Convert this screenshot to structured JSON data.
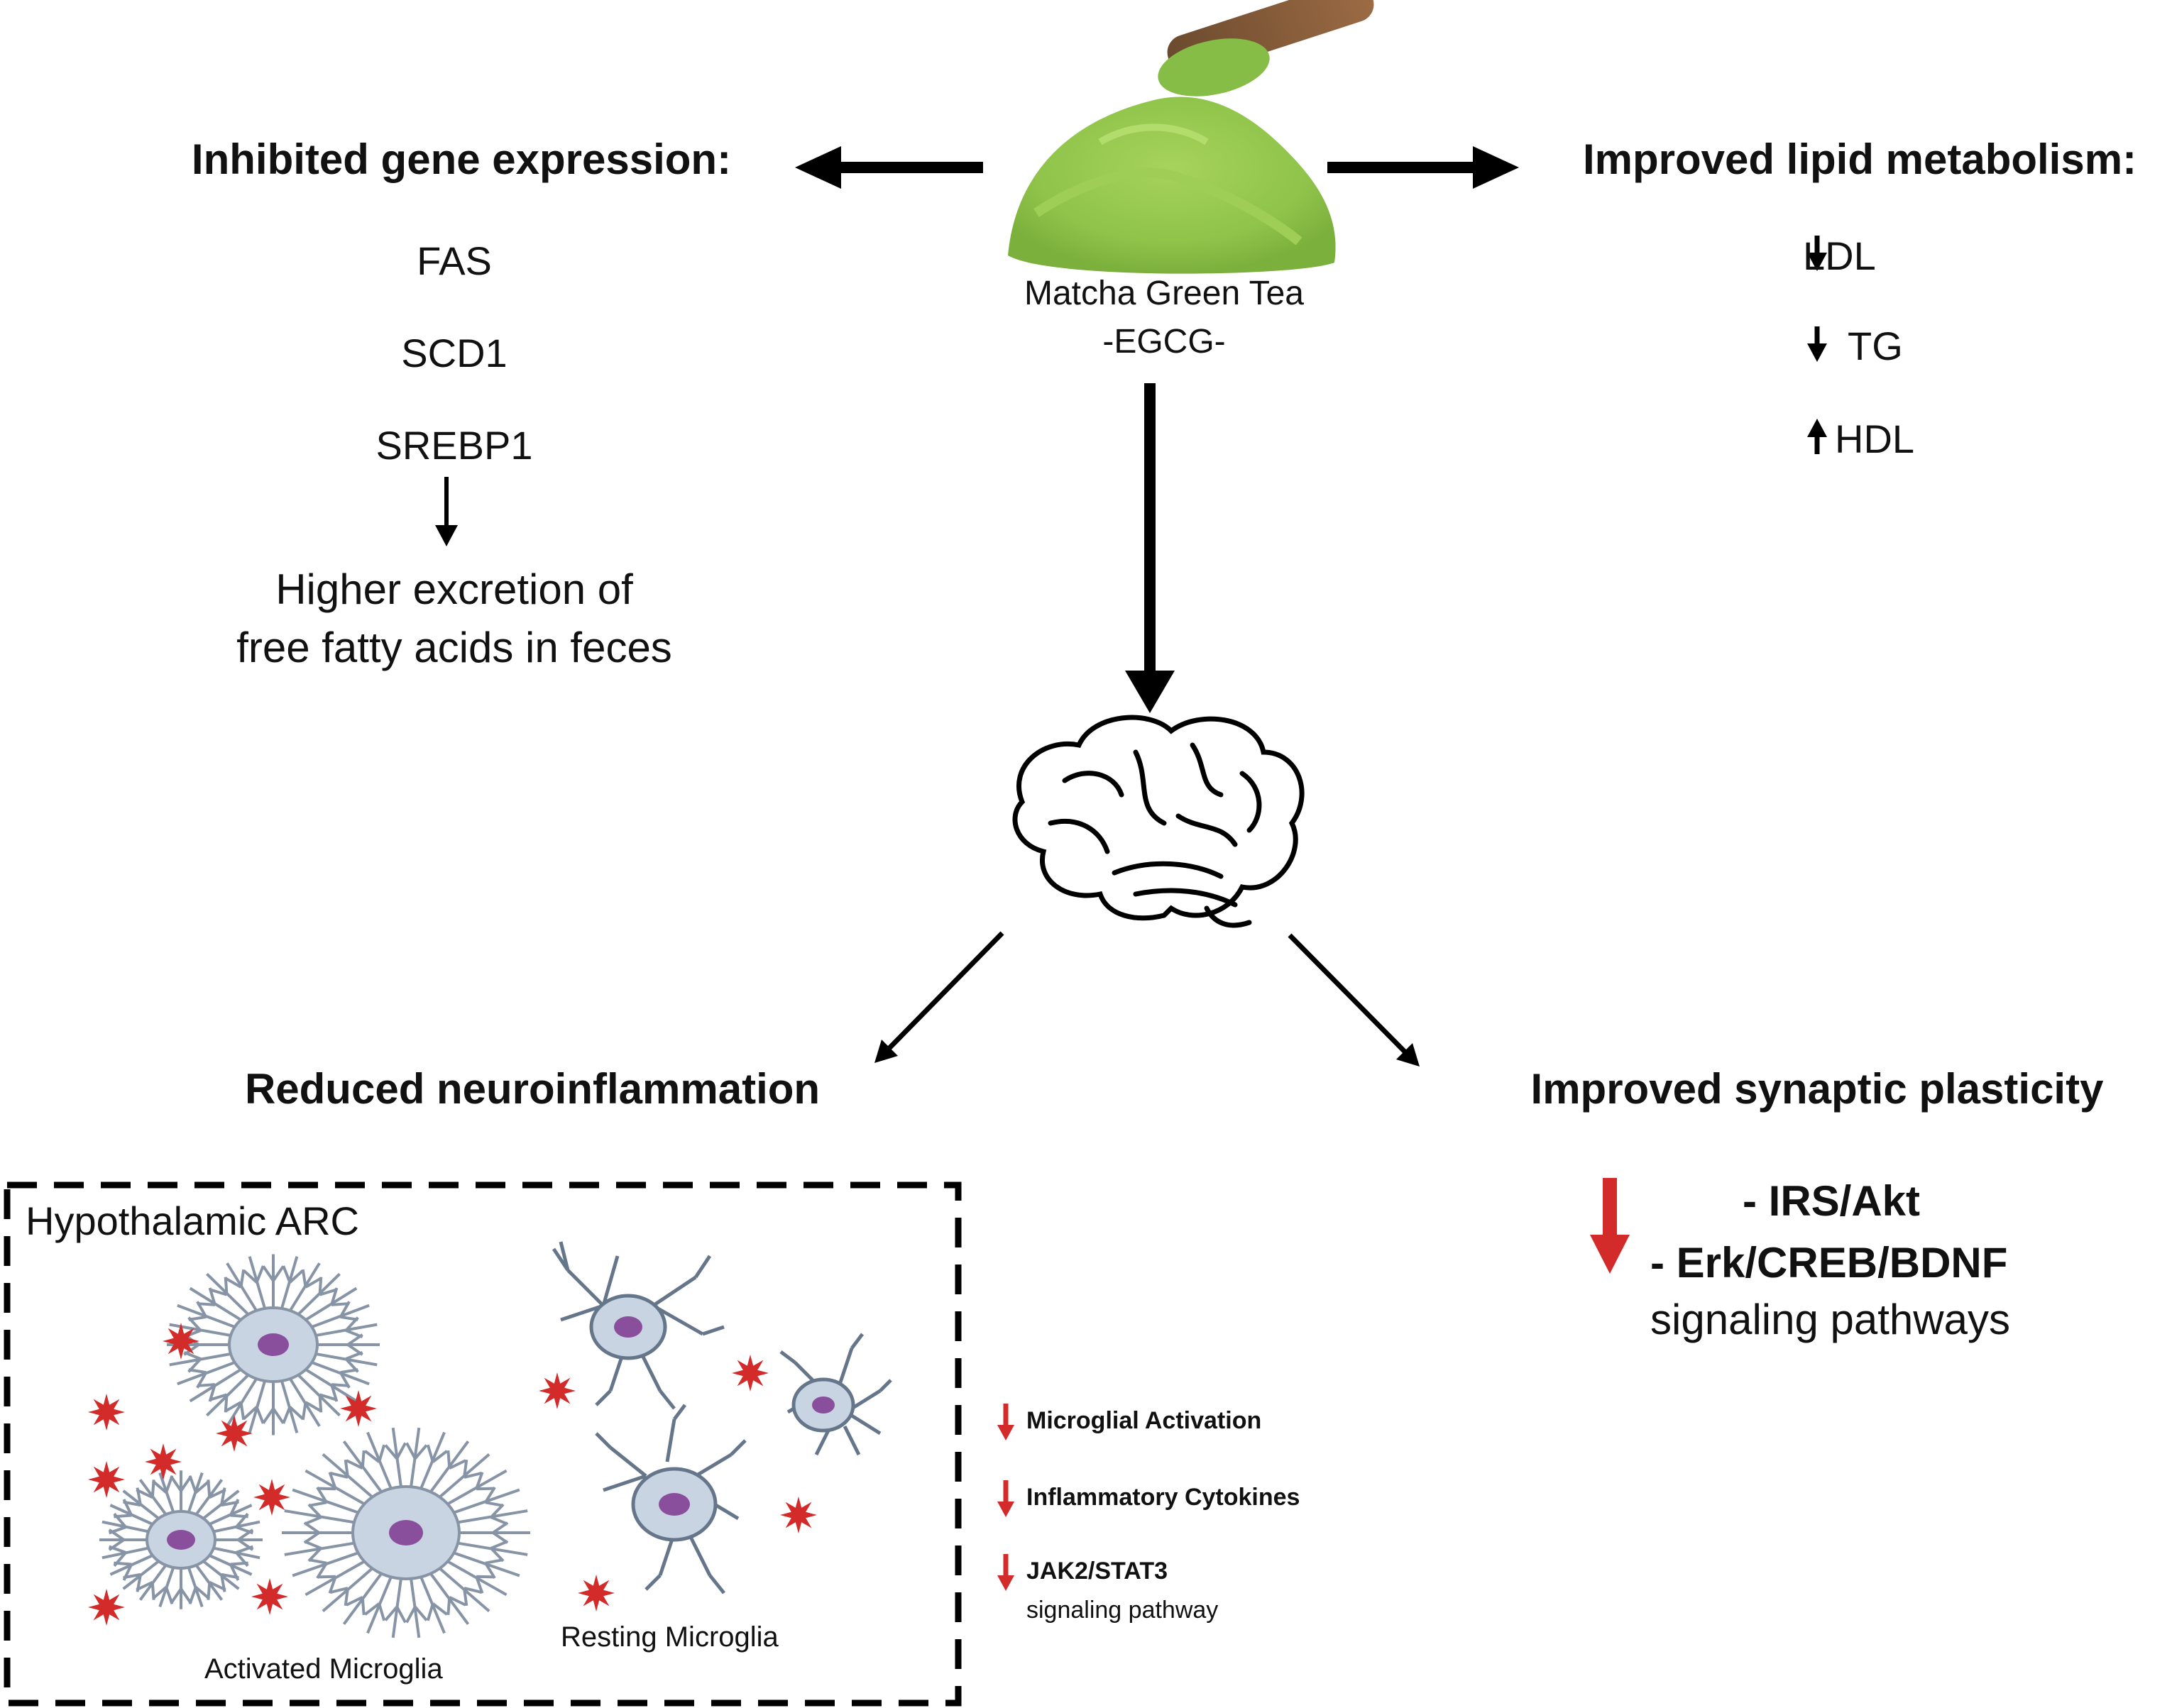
{
  "center": {
    "label_line1": "Matcha Green Tea",
    "label_line2": "-EGCG-",
    "powder_color": "#8fc34a"
  },
  "left_branch": {
    "title": "Inhibited gene expression:",
    "genes": [
      "FAS",
      "SCD1",
      "SREBP1"
    ],
    "result_line1": "Higher excretion of",
    "result_line2": "free fatty acids in feces"
  },
  "right_branch": {
    "title": "Improved lipid metabolism:",
    "markers": [
      {
        "direction": "down",
        "label": "LDL"
      },
      {
        "direction": "down",
        "label": "TG"
      },
      {
        "direction": "up",
        "label": "HDL"
      }
    ]
  },
  "brain": {
    "icon": "brain-icon",
    "left_title": "Reduced neuroinflammation",
    "right_title": "Improved synaptic plasticity"
  },
  "synaptic": {
    "arrow_color": "#d32a2a",
    "line1": "- IRS/Akt",
    "line2": "- Erk/CREB/BDNF",
    "line3": "signaling pathways"
  },
  "hypothalamus": {
    "box_title": "Hypothalamic ARC",
    "activated_label": "Activated Microglia",
    "resting_label": "Resting Microglia",
    "cytokine_color": "#d32a2a",
    "cell_color": "#c9d4e2",
    "nucleus_color": "#8a4f9c"
  },
  "effects": [
    {
      "direction": "down",
      "label": "Microglial Activation",
      "sub": ""
    },
    {
      "direction": "down",
      "label": "Inflammatory Cytokines",
      "sub": ""
    },
    {
      "direction": "down",
      "label": "JAK2/STAT3",
      "sub": "signaling pathway"
    }
  ]
}
